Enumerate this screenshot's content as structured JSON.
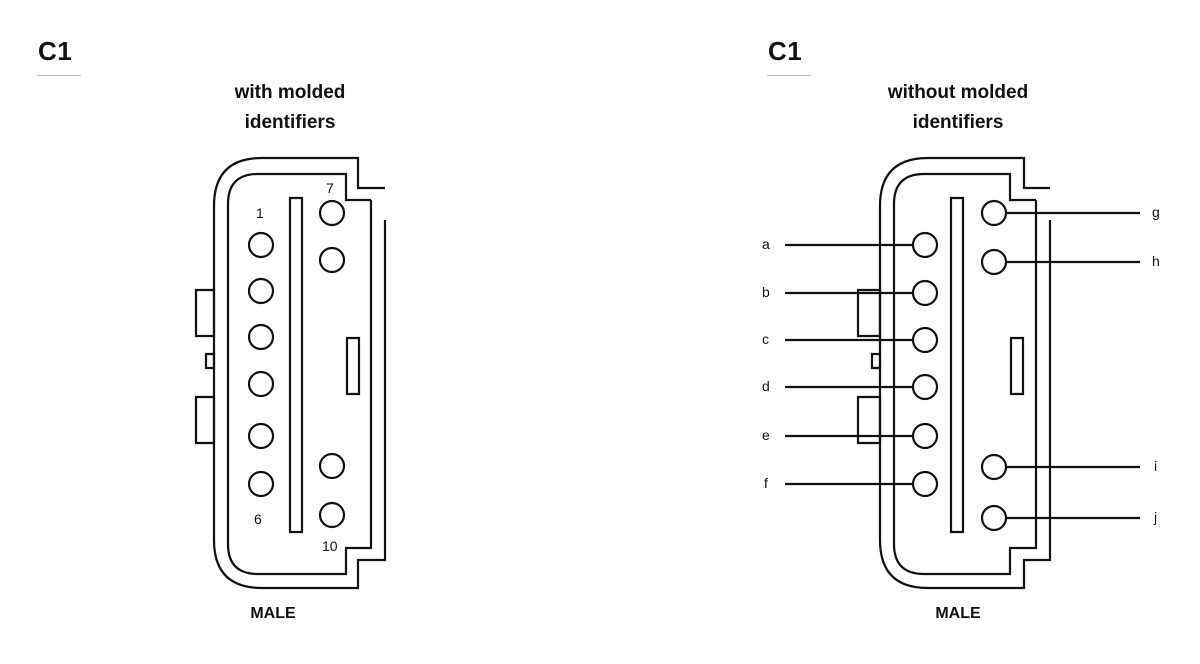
{
  "left": {
    "connector_label": "C1",
    "subtitle_line1": "with molded",
    "subtitle_line2": "identifiers",
    "gender": "MALE",
    "pin_labels": [
      {
        "id": "1",
        "text": "1"
      },
      {
        "id": "6",
        "text": "6"
      },
      {
        "id": "7",
        "text": "7"
      },
      {
        "id": "10",
        "text": "10"
      }
    ]
  },
  "right": {
    "connector_label": "C1",
    "subtitle_line1": "without molded",
    "subtitle_line2": "identifiers",
    "gender": "MALE",
    "pin_labels": [
      {
        "id": "a",
        "text": "a"
      },
      {
        "id": "b",
        "text": "b"
      },
      {
        "id": "c",
        "text": "c"
      },
      {
        "id": "d",
        "text": "d"
      },
      {
        "id": "e",
        "text": "e"
      },
      {
        "id": "f",
        "text": "f"
      },
      {
        "id": "g",
        "text": "g"
      },
      {
        "id": "h",
        "text": "h"
      },
      {
        "id": "i",
        "text": "i"
      },
      {
        "id": "j",
        "text": "j"
      }
    ]
  }
}
